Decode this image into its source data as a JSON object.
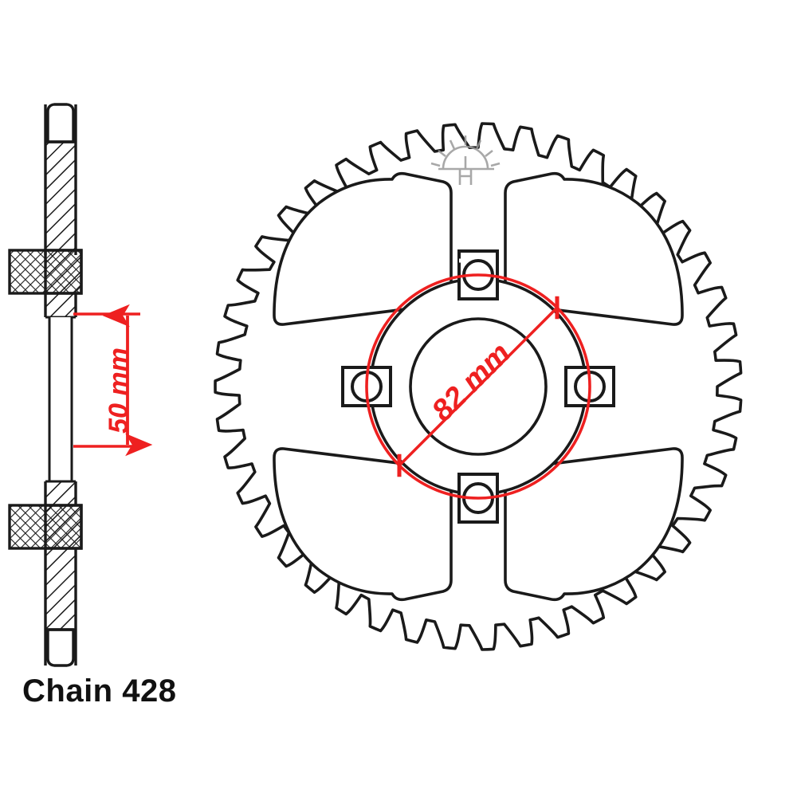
{
  "drawing": {
    "title": "motorcycle-rear-sprocket-technical-drawing",
    "background_color": "#ffffff",
    "line_color": "#1a1a1a",
    "dimension_color": "#ee2020",
    "watermark_color": "#9a9a9a"
  },
  "labels": {
    "chain_spec": "Chain 428",
    "thickness_dimension": "50 mm",
    "bolt_circle_dimension": "82 mm"
  },
  "side_view": {
    "name": "cross-section-side-view",
    "dimension": {
      "value": "50 mm",
      "orientation": "vertical",
      "arrow_style": "double-ended",
      "color": "#ee2020"
    }
  },
  "front_view": {
    "name": "sprocket-front-view",
    "teeth_count": 43,
    "spokes_count": 4,
    "bolt_holes_count": 4,
    "bolt_circle": {
      "label": "82 mm",
      "color": "#ee2020"
    },
    "watermark_icon": "sunburst-icon"
  },
  "icons": {
    "sunburst": "sunburst-icon"
  }
}
